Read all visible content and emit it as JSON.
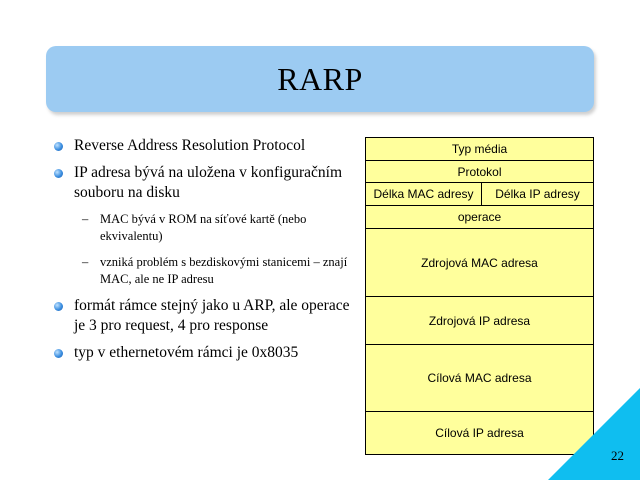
{
  "slide": {
    "title": "RARP",
    "page_number": "22",
    "colors": {
      "title_bg": "#9ccbf2",
      "table_bg": "#ffff9c",
      "corner": "#0fbef0",
      "bullet": "#3b8ee0"
    }
  },
  "bullets": [
    {
      "text": "Reverse Address Resolution Protocol"
    },
    {
      "text": "IP adresa bývá na uložena v konfiguračním souboru na disku",
      "subs": [
        {
          "text": "MAC bývá v ROM na síťové kartě (nebo ekvivalentu)"
        },
        {
          "text": "vzniká problém s bezdiskovými stanicemi – znají MAC, ale ne IP adresu"
        }
      ]
    },
    {
      "text": "formát rámce stejný jako u ARP, ale operace je 3 pro request, 4 pro response"
    },
    {
      "text": "typ v ethernetovém rámci je 0x8035"
    }
  ],
  "packet": {
    "typ_media": "Typ média",
    "protokol": "Protokol",
    "delka_mac": "Délka MAC adresy",
    "delka_ip": "Délka IP adresy",
    "operace": "operace",
    "zdroj_mac": "Zdrojová MAC adresa",
    "zdroj_ip": "Zdrojová IP adresa",
    "cil_mac": "Cílová MAC adresa",
    "cil_ip": "Cílová IP adresa"
  }
}
